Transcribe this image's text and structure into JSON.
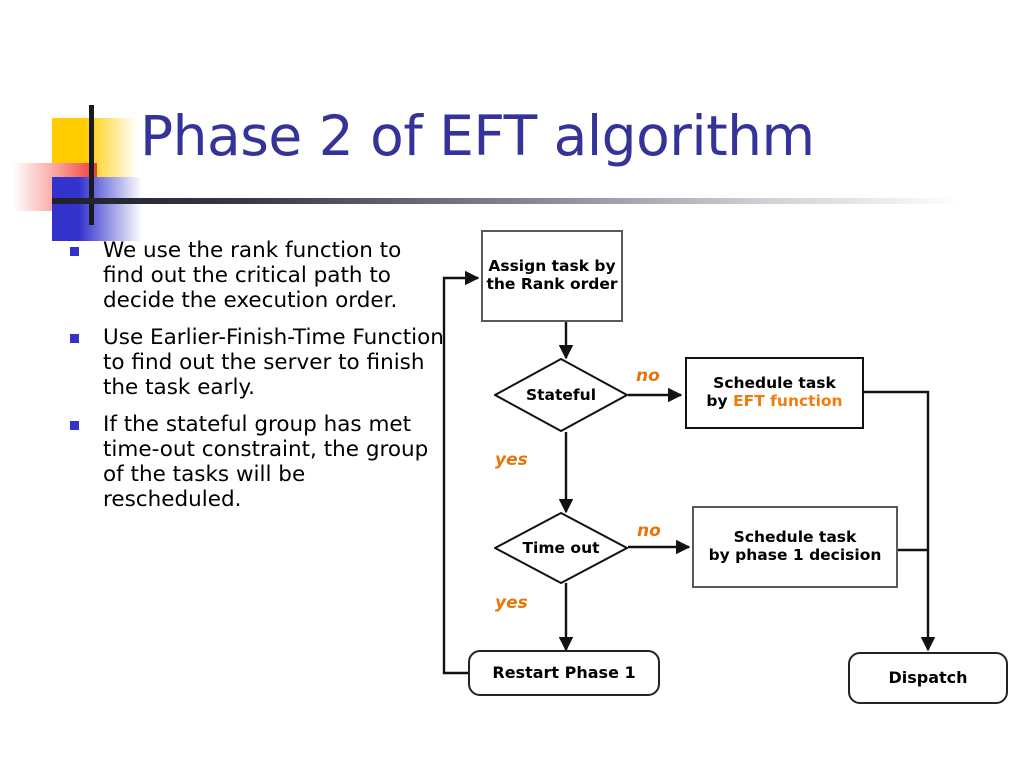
{
  "slide": {
    "title": "Phase 2 of EFT algorithm",
    "title_color": "#333399",
    "accent_color": "#f47b0a",
    "bullet_color": "#3333cc"
  },
  "bullets": [
    {
      "text": "We use the rank function to find out the critical path to decide the execution order."
    },
    {
      "text": "Use Earlier-Finish-Time Function to find out the server to finish the task early."
    },
    {
      "text": "If the stateful group has met time-out constraint, the group of the tasks will be rescheduled."
    }
  ],
  "flowchart": {
    "nodes": [
      {
        "id": "assign",
        "label_line1": "Assign task by",
        "label_line2": "the Rank order",
        "shape": "rect"
      },
      {
        "id": "stateful",
        "label_line1": "Stateful",
        "label_line2": "",
        "shape": "diamond"
      },
      {
        "id": "eft",
        "label_line1": "Schedule task",
        "label_line2": "by ",
        "label_accent": "EFT function",
        "shape": "rect"
      },
      {
        "id": "timeout",
        "label_line1": "Time out",
        "label_line2": "",
        "shape": "diamond"
      },
      {
        "id": "phase1",
        "label_line1": "Schedule task",
        "label_line2": "by phase 1 decision",
        "shape": "rect"
      },
      {
        "id": "restart",
        "label_line1": "Restart Phase 1",
        "label_line2": "",
        "shape": "rounded"
      },
      {
        "id": "dispatch",
        "label_line1": "Dispatch",
        "label_line2": "",
        "shape": "rounded"
      }
    ],
    "edge_labels": {
      "stateful_no": "no",
      "stateful_yes": "yes",
      "timeout_no": "no",
      "timeout_yes": "yes"
    }
  }
}
